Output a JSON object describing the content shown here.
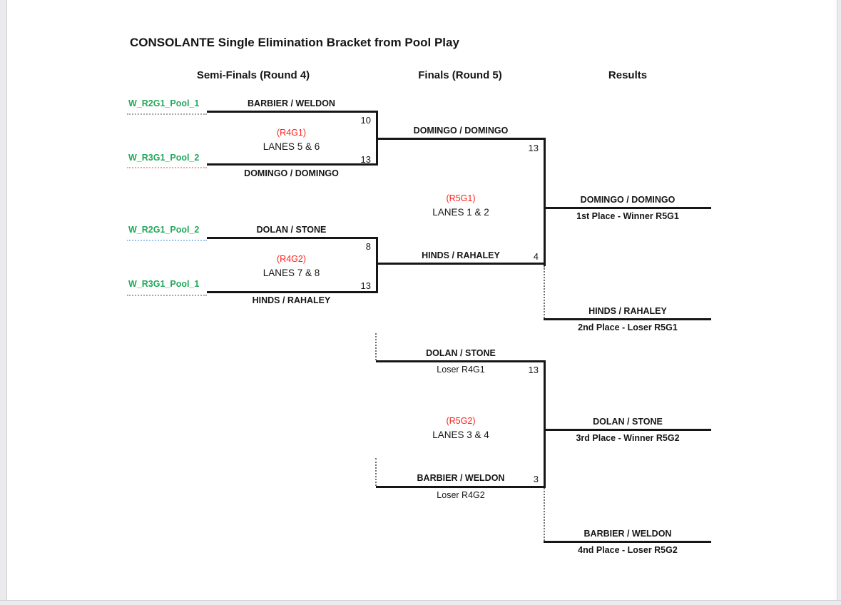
{
  "title": "CONSOLANTE Single Elimination Bracket from Pool Play",
  "columns": {
    "semifinals": "Semi-Finals (Round 4)",
    "finals": "Finals (Round 5)",
    "results": "Results"
  },
  "colors": {
    "green_source": "#22a85a",
    "red_game_id": "#fb221a",
    "bracket_line": "#161616",
    "trace_gray": "#a8a8a8",
    "trace_pink": "#f2a2a2",
    "trace_blue": "#9ec3ee"
  },
  "semifinals": [
    {
      "game_id": "(R4G1)",
      "lanes": "LANES 5 & 6",
      "top": {
        "source": "W_R2G1_Pool_1",
        "team": "BARBIER / WELDON",
        "score": "10"
      },
      "bottom": {
        "source": "W_R3G1_Pool_2",
        "team": "DOMINGO / DOMINGO",
        "score": "13"
      }
    },
    {
      "game_id": "(R4G2)",
      "lanes": "LANES 7 & 8",
      "top": {
        "source": "W_R2G1_Pool_2",
        "team": "DOLAN / STONE",
        "score": "8"
      },
      "bottom": {
        "source": "W_R3G1_Pool_1",
        "team": "HINDS / RAHALEY",
        "score": "13"
      }
    }
  ],
  "finals": [
    {
      "game_id": "(R5G1)",
      "lanes": "LANES 1 & 2",
      "top": {
        "team": "DOMINGO / DOMINGO",
        "score": "13"
      },
      "bottom": {
        "team": "HINDS / RAHALEY",
        "score": "4"
      }
    },
    {
      "game_id": "(R5G2)",
      "lanes": "LANES 3 & 4",
      "top": {
        "team": "DOLAN / STONE",
        "subtitle": "Loser R4G1",
        "score": "13"
      },
      "bottom": {
        "team": "BARBIER / WELDON",
        "subtitle": "Loser R4G2",
        "score": "3"
      }
    }
  ],
  "results": [
    {
      "team": "DOMINGO / DOMINGO",
      "label": "1st Place - Winner R5G1"
    },
    {
      "team": "HINDS / RAHALEY",
      "label": "2nd Place - Loser R5G1"
    },
    {
      "team": "DOLAN / STONE",
      "label": "3rd Place - Winner R5G2"
    },
    {
      "team": "BARBIER / WELDON",
      "label": "4nd Place - Loser R5G2"
    }
  ]
}
